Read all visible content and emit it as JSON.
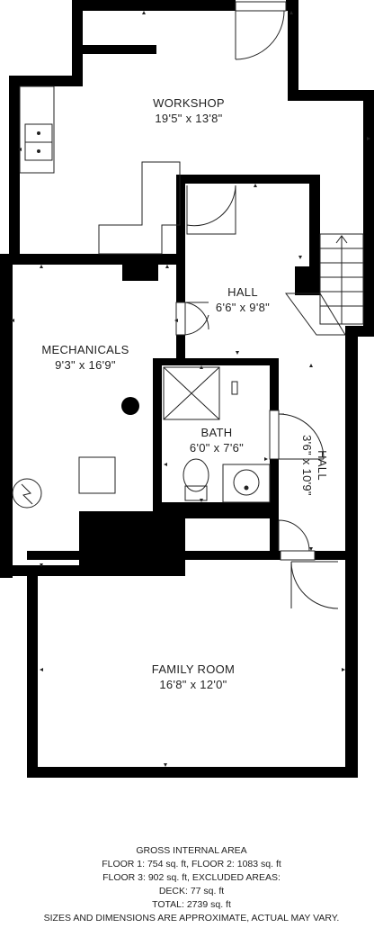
{
  "rooms": {
    "workshop": {
      "name": "WORKSHOP",
      "dims": "19'5\" x 13'8\""
    },
    "hall1": {
      "name": "HALL",
      "dims": "6'6\" x 9'8\""
    },
    "mechanicals": {
      "name": "MECHANICALS",
      "dims": "9'3\" x 16'9\""
    },
    "bath": {
      "name": "BATH",
      "dims": "6'0\" x 7'6\""
    },
    "hall2": {
      "name": "HALL",
      "dims": "3'6\" x 10'9\""
    },
    "family_room": {
      "name": "FAMILY ROOM",
      "dims": "16'8\" x 12'0\""
    }
  },
  "footer": {
    "line1": "GROSS INTERNAL AREA",
    "line2": "FLOOR 1: 754 sq. ft, FLOOR 2: 1083 sq. ft",
    "line3": "FLOOR 3: 902 sq. ft, EXCLUDED AREAS:",
    "line4": "DECK: 77 sq. ft",
    "line5": "TOTAL: 2739 sq. ft",
    "line6": "SIZES AND DIMENSIONS ARE APPROXIMATE, ACTUAL MAY VARY."
  },
  "colors": {
    "wall": "#000000",
    "fixture": "#222222",
    "background": "#ffffff"
  }
}
